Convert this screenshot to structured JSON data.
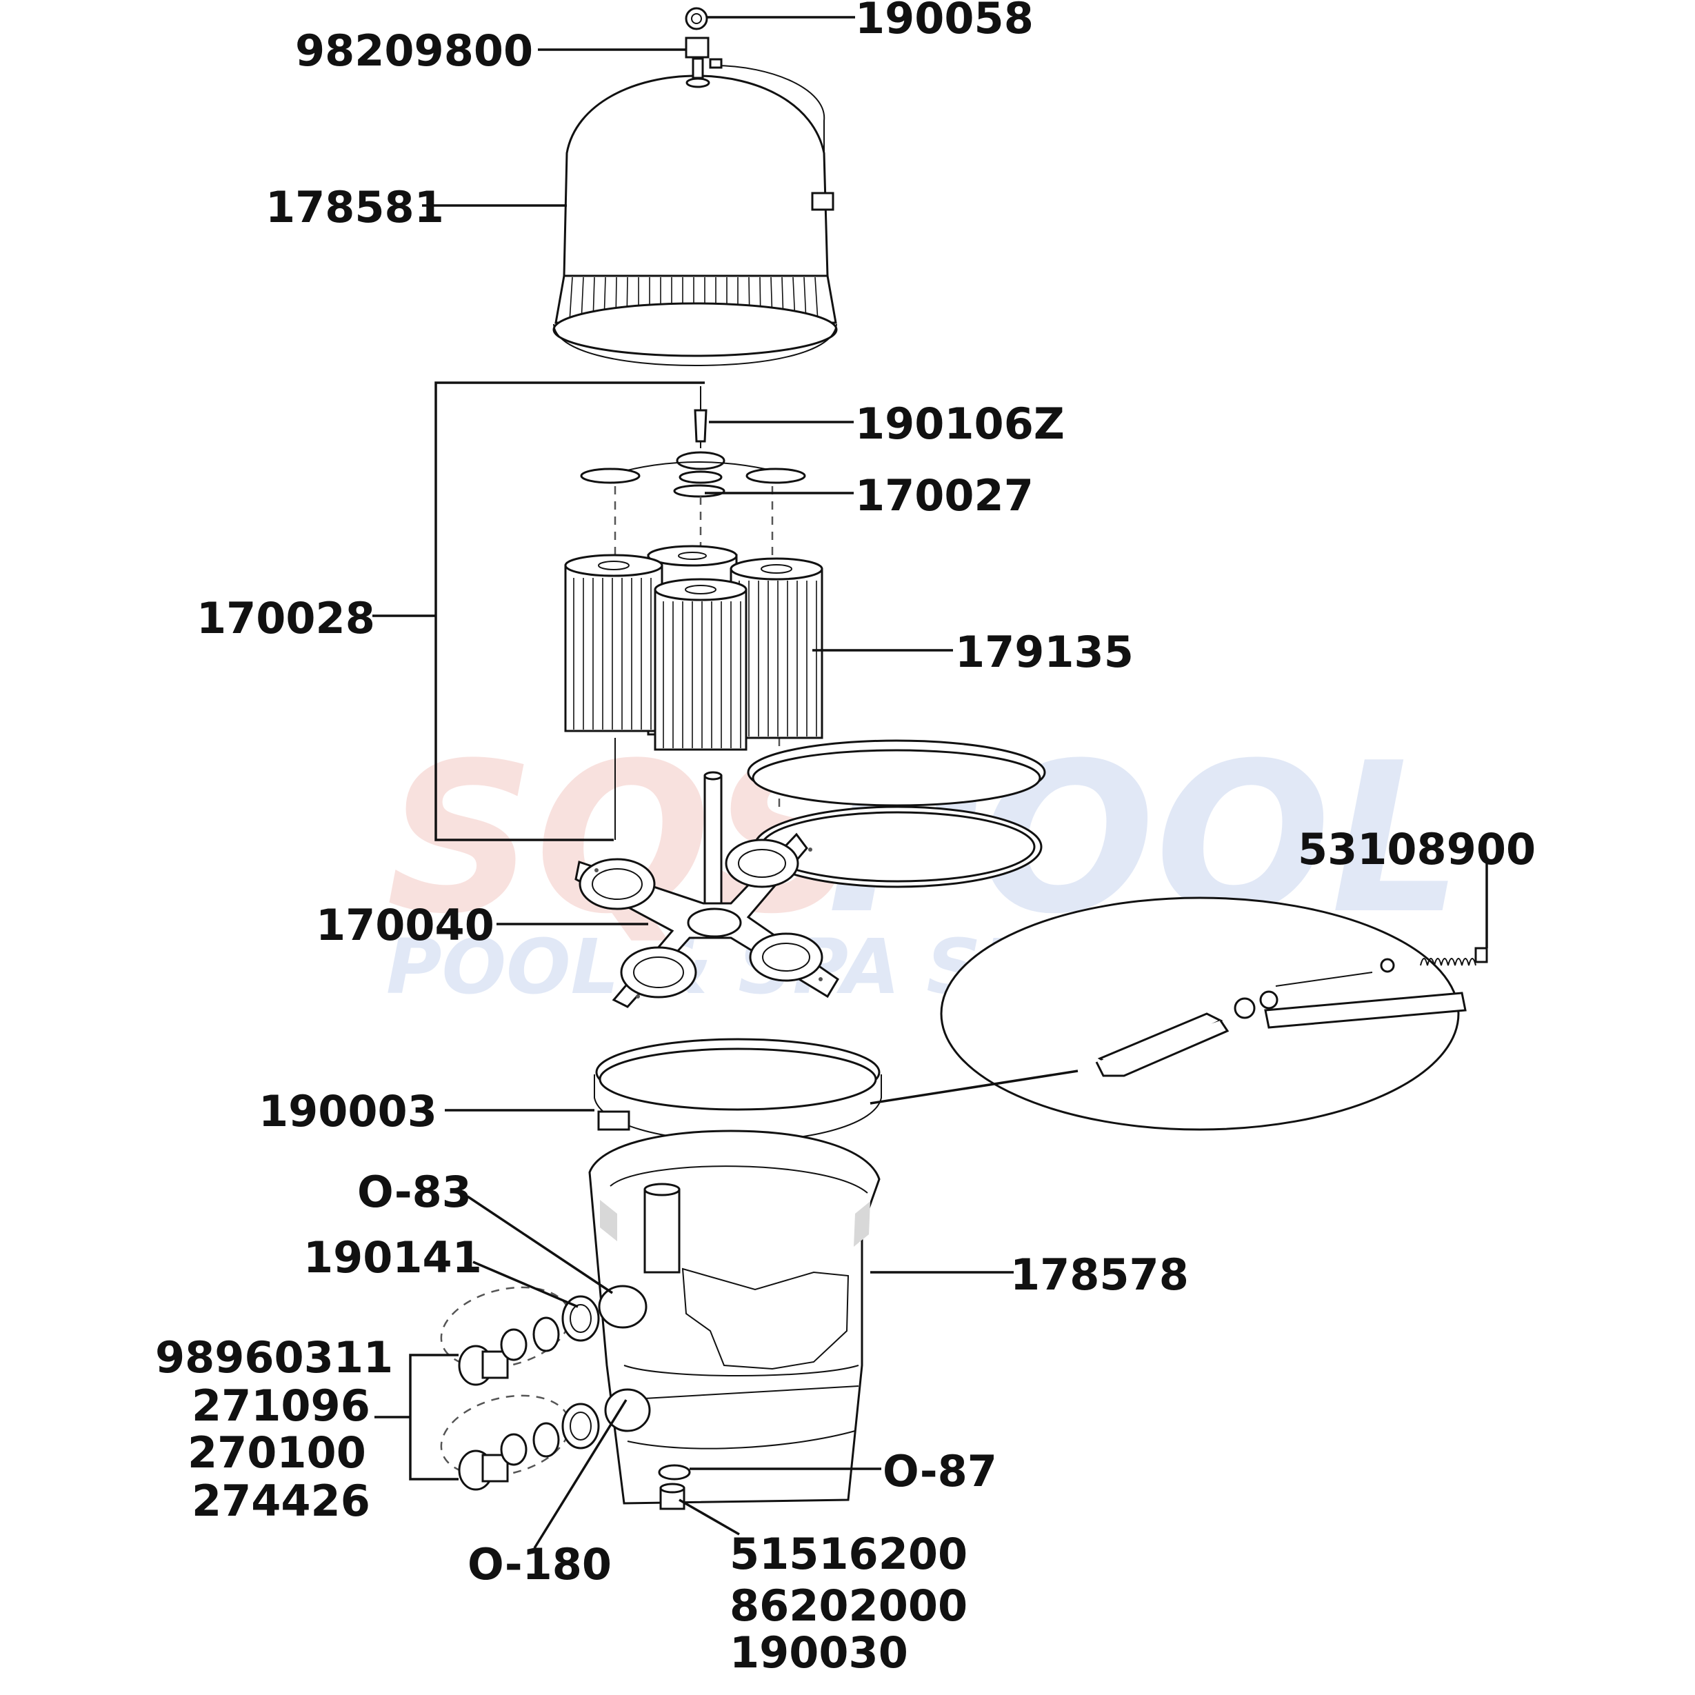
{
  "watermark": {
    "brand_left": "SQS",
    "brand_right": "POOL",
    "tagline": "POOL & SPA SUPPLIES",
    "color_left": "#f4c9c4",
    "color_right": "#c9d6ef"
  },
  "parts": {
    "p190058": "190058",
    "p98209800": "98209800",
    "p178581": "178581",
    "p190106z": "190106Z",
    "p170027": "170027",
    "p170028": "170028",
    "p179135": "179135",
    "p53108900": "53108900",
    "p170040": "170040",
    "p190003": "190003",
    "pO83": "O-83",
    "p190141": "190141",
    "p178578": "178578",
    "p98960311": "98960311",
    "p271096": "271096",
    "p270100": "270100",
    "p274426": "274426",
    "pO87": "O-87",
    "pO180": "O-180",
    "p51516200": "51516200",
    "p86202000": "86202000",
    "p190030": "190030"
  }
}
